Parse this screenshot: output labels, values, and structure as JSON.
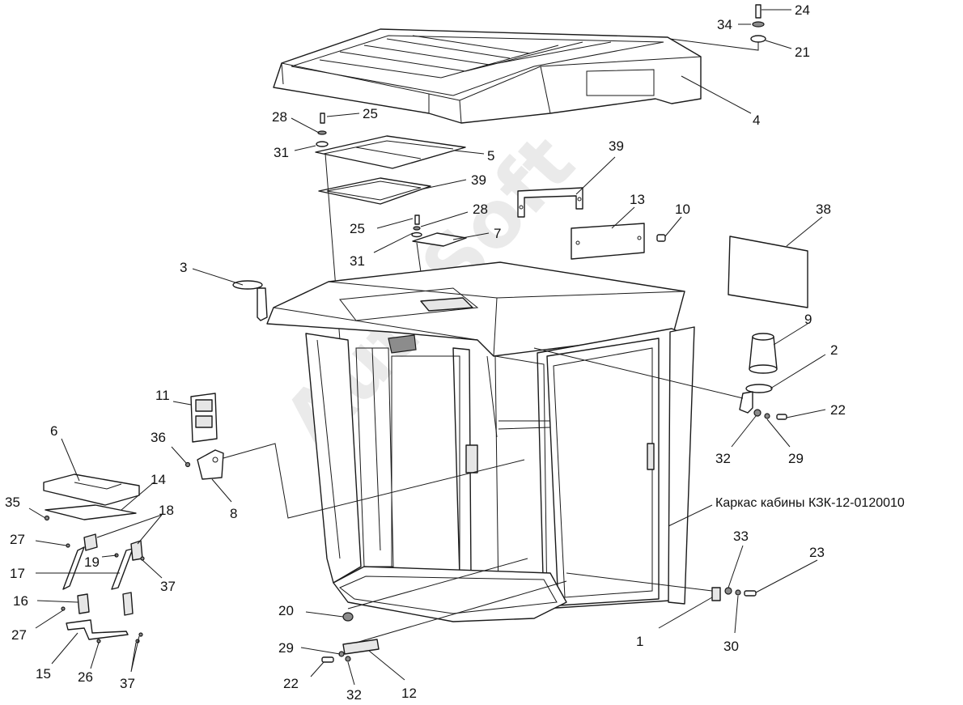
{
  "watermark": "AutoSoft",
  "caption": "Каркас кабины КЗК-12-0120010",
  "labels": {
    "l1": "1",
    "l2": "2",
    "l3": "3",
    "l4": "4",
    "l5": "5",
    "l6": "6",
    "l7": "7",
    "l8": "8",
    "l9": "9",
    "l10": "10",
    "l11": "11",
    "l12": "12",
    "l13": "13",
    "l14": "14",
    "l15": "15",
    "l16": "16",
    "l17": "17",
    "l18": "18",
    "l19": "19",
    "l20": "20",
    "l21": "21",
    "l22a": "22",
    "l22b": "22",
    "l23": "23",
    "l24": "24",
    "l25a": "25",
    "l25b": "25",
    "l26": "26",
    "l27a": "27",
    "l27b": "27",
    "l28a": "28",
    "l28b": "28",
    "l29a": "29",
    "l29b": "29",
    "l30": "30",
    "l31a": "31",
    "l31b": "31",
    "l32a": "32",
    "l32b": "32",
    "l33": "33",
    "l34": "34",
    "l35": "35",
    "l36": "36",
    "l37a": "37",
    "l37b": "37",
    "l38": "38",
    "l39a": "39",
    "l39b": "39"
  }
}
